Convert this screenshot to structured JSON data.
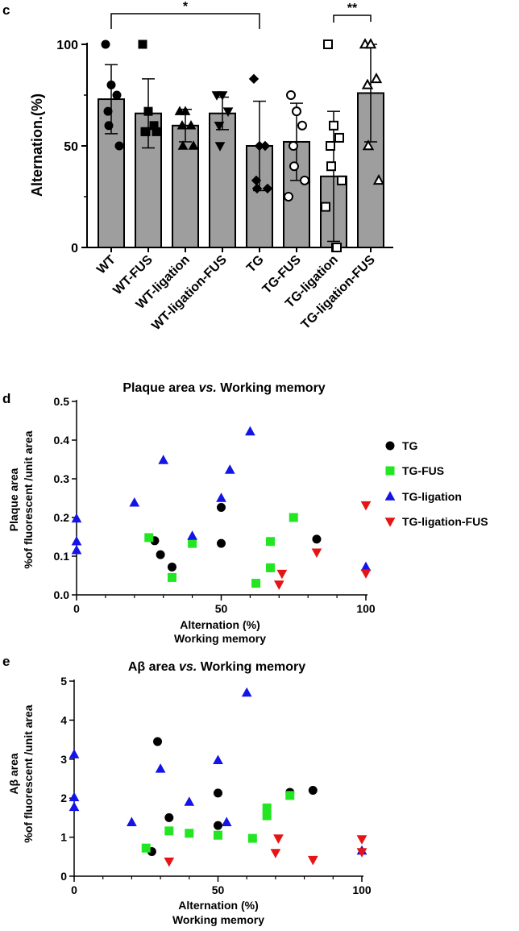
{
  "figure": {
    "panel_c": "c",
    "panel_d": "d",
    "panel_e": "e"
  },
  "chart_data": [
    {
      "type": "bar",
      "ylabel": "Alternation.(%)",
      "ylim": [
        0,
        100
      ],
      "yticks": [
        "0",
        "50",
        "100"
      ],
      "bar_color": "#9e9e9e",
      "categories": [
        "WT",
        "WT-FUS",
        "WT-ligation",
        "WT-ligation-FUS",
        "TG",
        "TG-FUS",
        "TG-ligation",
        "TG-ligation-FUS"
      ],
      "means": [
        73,
        66,
        60,
        66,
        50,
        52,
        35,
        76
      ],
      "sd": [
        17,
        17,
        8,
        8,
        22,
        19,
        32,
        24
      ],
      "markers": [
        "circle",
        "square",
        "triangle-up",
        "triangle-down",
        "diamond",
        "circle-open",
        "square-open",
        "triangle-open"
      ],
      "points": [
        [
          100,
          80,
          75,
          67,
          60,
          50
        ],
        [
          100,
          67,
          60,
          57,
          57,
          57
        ],
        [
          67,
          67,
          60,
          60,
          50,
          50
        ],
        [
          75,
          75,
          67,
          60,
          50
        ],
        [
          83,
          50,
          50,
          33,
          29,
          29
        ],
        [
          75,
          67,
          60,
          50,
          40,
          33,
          25
        ],
        [
          100,
          60,
          54,
          50,
          40,
          33,
          20,
          0,
          0
        ],
        [
          100,
          100,
          83,
          80,
          50,
          33
        ]
      ],
      "significance": [
        {
          "from": 0,
          "to": 4,
          "label": "*"
        },
        {
          "from": 6,
          "to": 7,
          "label": "**"
        }
      ]
    },
    {
      "type": "scatter",
      "title": "Plaque area vs. Working memory",
      "title_main": "Plaque area ",
      "title_vs": "vs.",
      "title_tail": " Working memory",
      "xlabel": "Alternation (%)",
      "xlabel2": "Working memory",
      "ylabel": "Plaque area",
      "ylabel2": "%of fluorescent /unit area",
      "xlim": [
        0,
        100
      ],
      "ylim": [
        0,
        0.5
      ],
      "xticks": [
        "0",
        "50",
        "100"
      ],
      "yticks": [
        "0.0",
        "0.1",
        "0.2",
        "0.3",
        "0.4",
        "0.5"
      ],
      "legend_position": "right",
      "series": [
        {
          "name": "TG",
          "marker": "circle",
          "color": "#000000",
          "points": [
            [
              27,
              0.14
            ],
            [
              29,
              0.104
            ],
            [
              33,
              0.072
            ],
            [
              50,
              0.226
            ],
            [
              50,
              0.133
            ],
            [
              67,
              0.07
            ],
            [
              83,
              0.144
            ]
          ]
        },
        {
          "name": "TG-FUS",
          "marker": "square",
          "color": "#22e622",
          "points": [
            [
              25,
              0.148
            ],
            [
              33,
              0.045
            ],
            [
              40,
              0.133
            ],
            [
              62,
              0.03
            ],
            [
              67,
              0.138
            ],
            [
              67,
              0.07
            ],
            [
              75,
              0.2
            ]
          ]
        },
        {
          "name": "TG-ligation",
          "marker": "triangle-up",
          "color": "#1414e6",
          "points": [
            [
              0,
              0.197
            ],
            [
              0,
              0.138
            ],
            [
              0,
              0.115
            ],
            [
              20,
              0.238
            ],
            [
              30,
              0.348
            ],
            [
              40,
              0.152
            ],
            [
              50,
              0.25
            ],
            [
              53,
              0.323
            ],
            [
              60,
              0.422
            ],
            [
              100,
              0.072
            ]
          ]
        },
        {
          "name": "TG-ligation-FUS",
          "marker": "triangle-down",
          "color": "#e61414",
          "points": [
            [
              70,
              0.027
            ],
            [
              71,
              0.055
            ],
            [
              83,
              0.11
            ],
            [
              100,
              0.232
            ],
            [
              100,
              0.056
            ]
          ]
        }
      ]
    },
    {
      "type": "scatter",
      "title": "Aβ area vs. Working memory",
      "title_main": "Aβ area ",
      "title_vs": "vs.",
      "title_tail": " Working memory",
      "xlabel": "Alternation (%)",
      "xlabel2": "Working memory",
      "ylabel": "Aβ area",
      "ylabel2": "%of fluorescent /unit area",
      "xlim": [
        0,
        100
      ],
      "ylim": [
        0,
        5
      ],
      "xticks": [
        "0",
        "50",
        "100"
      ],
      "yticks": [
        "0",
        "1",
        "2",
        "3",
        "4",
        "5"
      ],
      "series": [
        {
          "name": "TG",
          "marker": "circle",
          "color": "#000000",
          "points": [
            [
              27,
              0.63
            ],
            [
              29,
              3.45
            ],
            [
              33,
              1.5
            ],
            [
              50,
              2.13
            ],
            [
              50,
              1.3
            ],
            [
              75,
              2.15
            ],
            [
              83,
              2.2
            ]
          ]
        },
        {
          "name": "TG-FUS",
          "marker": "square",
          "color": "#22e622",
          "points": [
            [
              25,
              0.72
            ],
            [
              33,
              1.16
            ],
            [
              40,
              1.1
            ],
            [
              50,
              1.05
            ],
            [
              62,
              0.97
            ],
            [
              67,
              1.55
            ],
            [
              67,
              1.75
            ],
            [
              75,
              2.07
            ]
          ]
        },
        {
          "name": "TG-ligation",
          "marker": "triangle-up",
          "color": "#1414e6",
          "points": [
            [
              0,
              3.12
            ],
            [
              0,
              2.02
            ],
            [
              0,
              1.77
            ],
            [
              20,
              1.38
            ],
            [
              30,
              2.75
            ],
            [
              40,
              1.9
            ],
            [
              50,
              2.97
            ],
            [
              53,
              1.38
            ],
            [
              60,
              4.7
            ],
            [
              100,
              0.65
            ]
          ]
        },
        {
          "name": "TG-ligation-FUS",
          "marker": "triangle-down",
          "color": "#e61414",
          "points": [
            [
              33,
              0.38
            ],
            [
              70,
              0.6
            ],
            [
              71,
              0.97
            ],
            [
              83,
              0.42
            ],
            [
              100,
              0.95
            ],
            [
              100,
              0.62
            ]
          ]
        }
      ]
    }
  ]
}
